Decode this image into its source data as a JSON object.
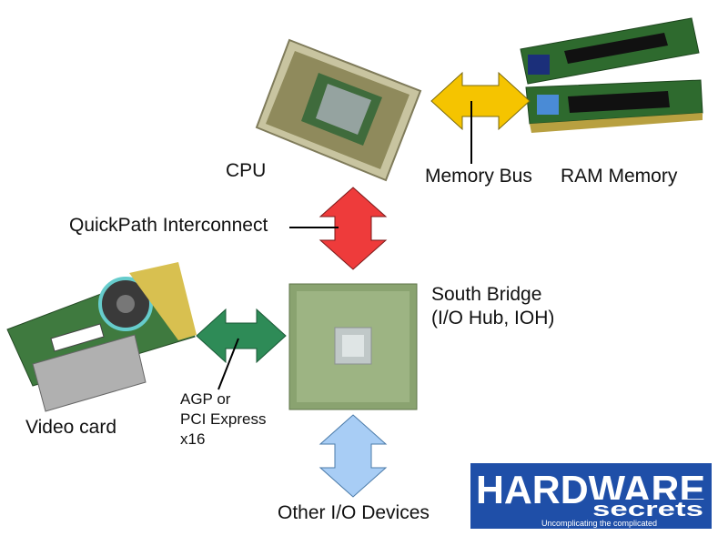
{
  "labels": {
    "cpu": "CPU",
    "memory_bus": "Memory Bus",
    "ram_memory": "RAM Memory",
    "quickpath": "QuickPath Interconnect",
    "south_bridge_line1": "South Bridge",
    "south_bridge_line2": "(I/O Hub, IOH)",
    "agp_line1": "AGP or",
    "agp_line2": "PCI Express",
    "agp_line3": "x16",
    "video_card": "Video card",
    "other_io": "Other I/O Devices"
  },
  "logo": {
    "word": "HARDWARE",
    "sub": "secrets",
    "tagline": "Uncomplicating the complicated"
  },
  "colors": {
    "memory_bus_arrow": "#f5c400",
    "quickpath_arrow": "#ee3b3b",
    "agp_arrow": "#2e8b57",
    "io_arrow": "#a8cdf5",
    "logo_blue": "#1f4fa8",
    "chip_green": "#8aa370"
  }
}
